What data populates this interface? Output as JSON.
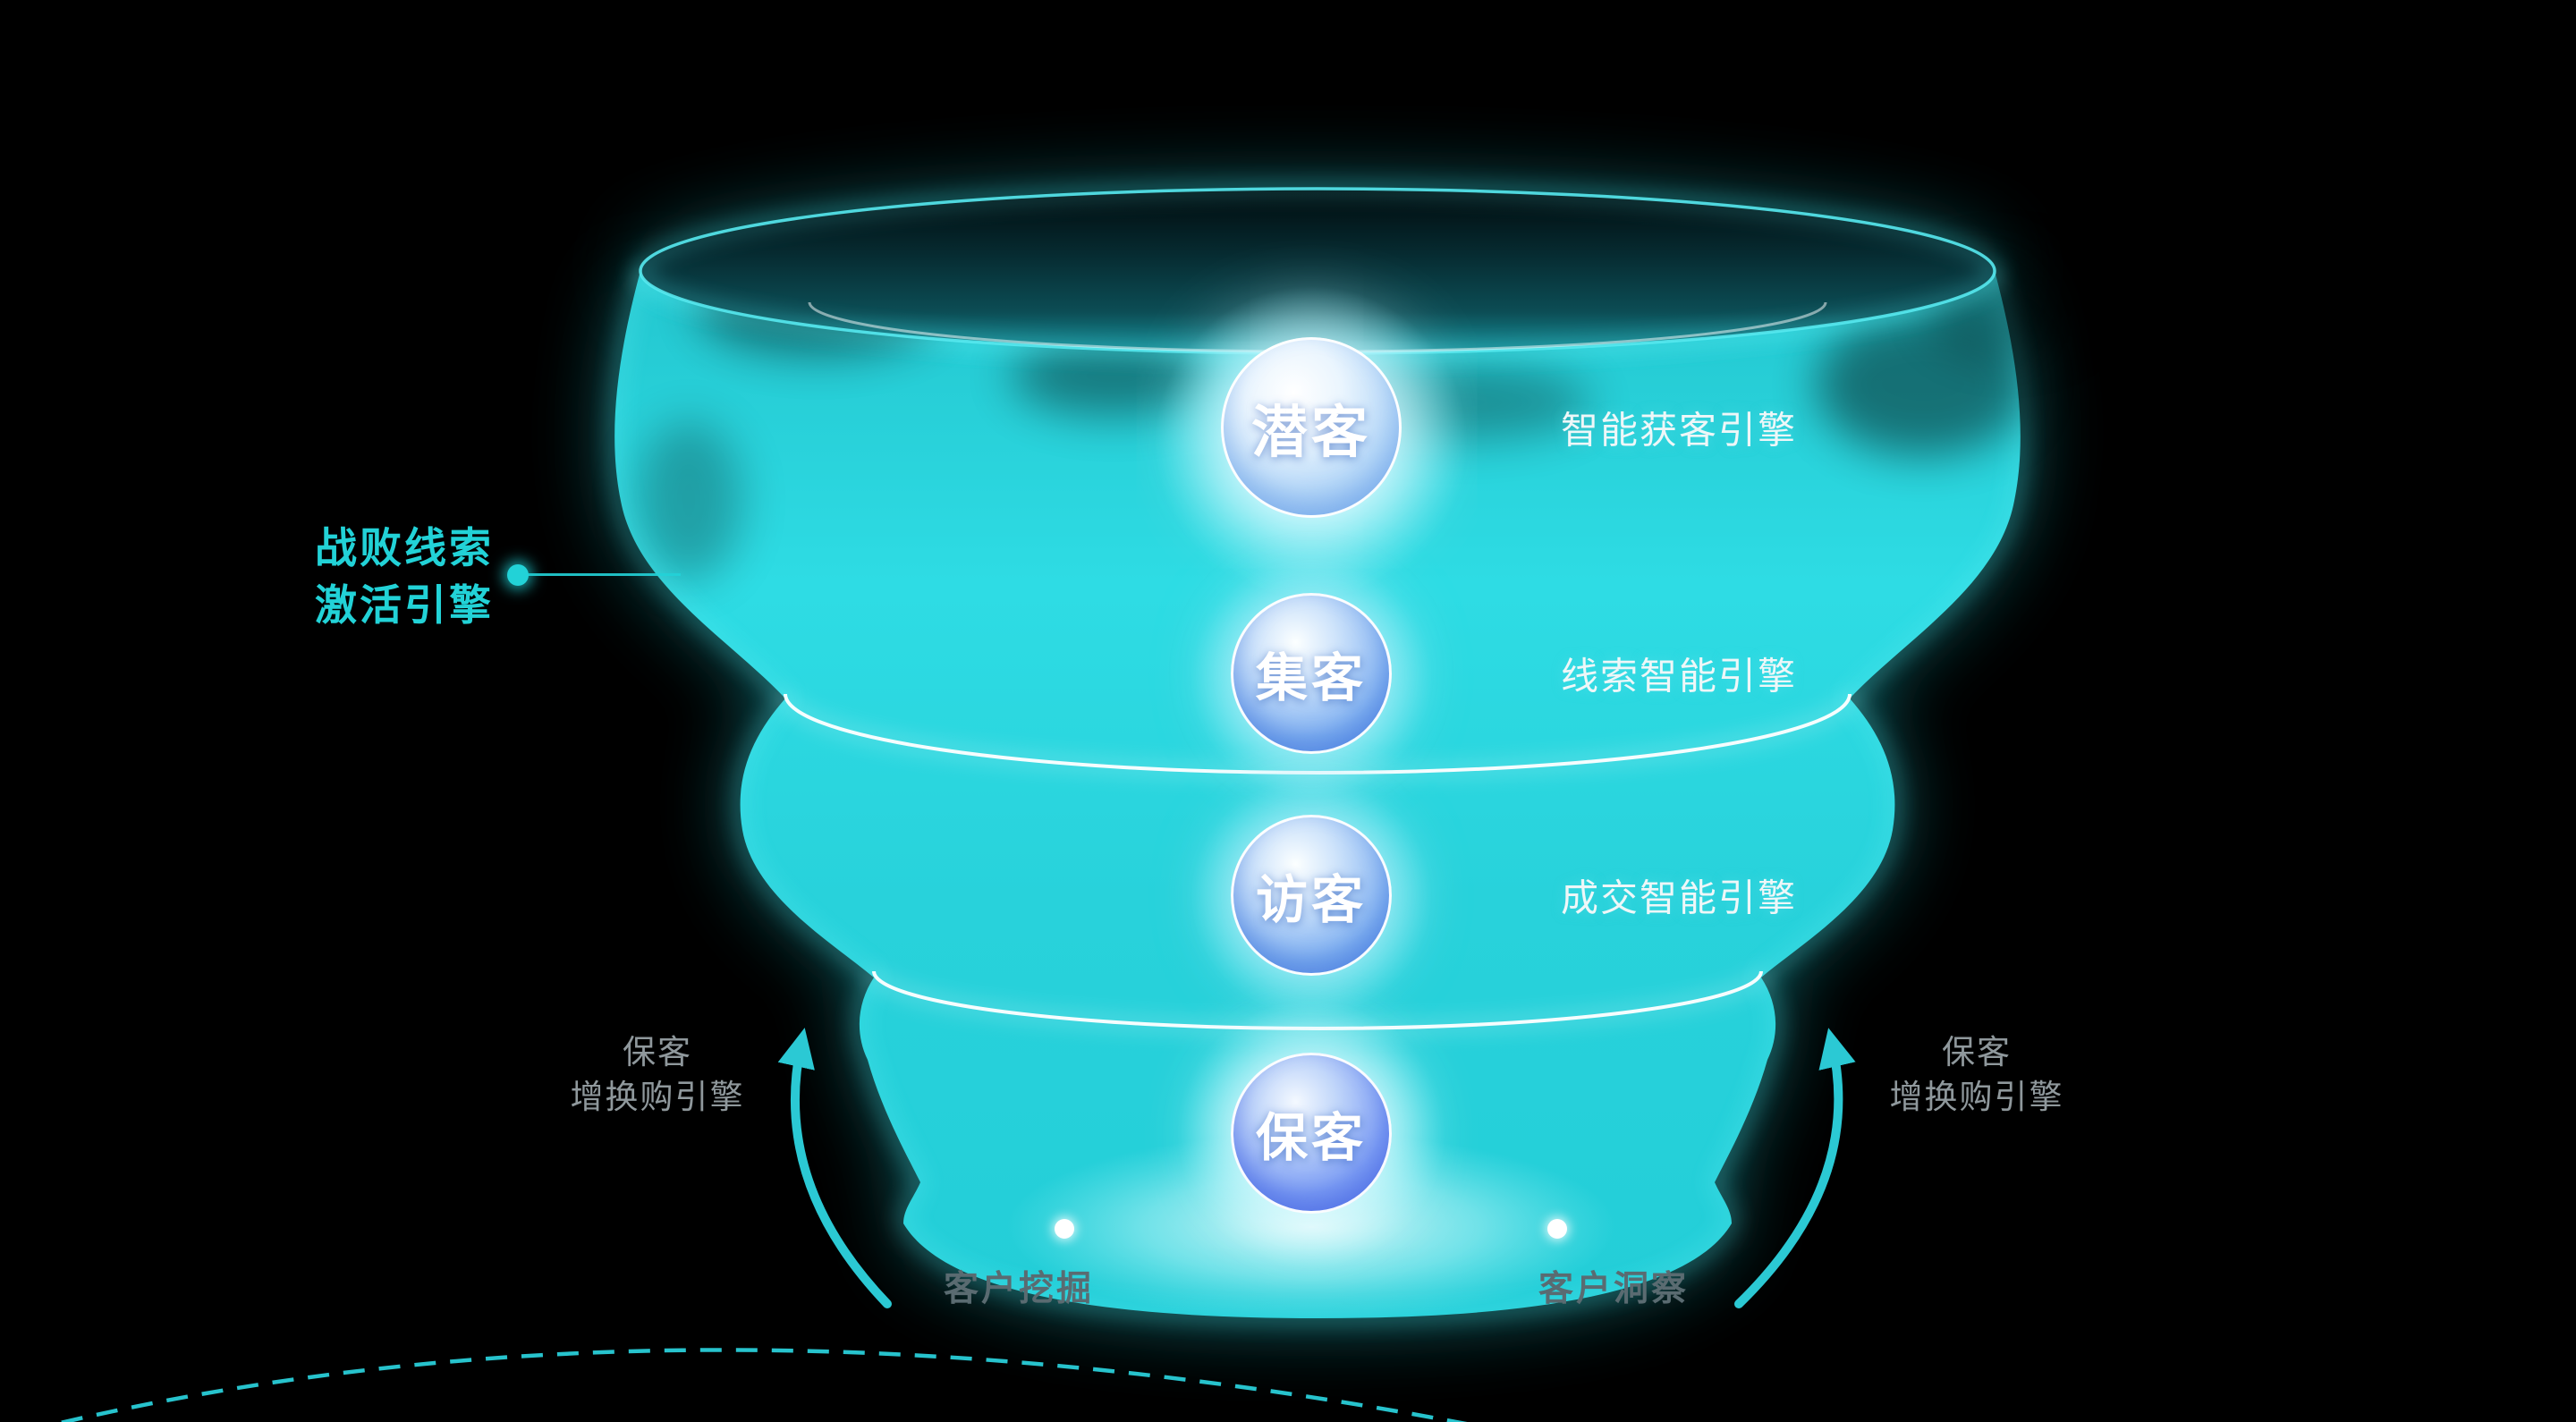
{
  "stages": [
    {
      "label": "潜客",
      "engine_label": "智能获客引擎"
    },
    {
      "label": "集客",
      "engine_label": "线索智能引擎"
    },
    {
      "label": "访客",
      "engine_label": "成交智能引擎"
    },
    {
      "label": "保客"
    }
  ],
  "lost_lead_callout": {
    "line1": "战败线索",
    "line2": "激活引擎"
  },
  "retention_engine": {
    "left": {
      "line1": "保客",
      "line2": "增换购引擎"
    },
    "right": {
      "line1": "保客",
      "line2": "增换购引擎"
    }
  },
  "bottom_labels": {
    "customer_mining": "客户挖掘",
    "customer_insight": "客户洞察"
  },
  "colors": {
    "background": "#000000",
    "funnel": "#2bd4dc",
    "accent": "#22d2d7",
    "badge_blue": "#5b8fec",
    "white": "#ffffff",
    "gray_label": "#8f989c",
    "dark_label": "#5a6b71"
  }
}
